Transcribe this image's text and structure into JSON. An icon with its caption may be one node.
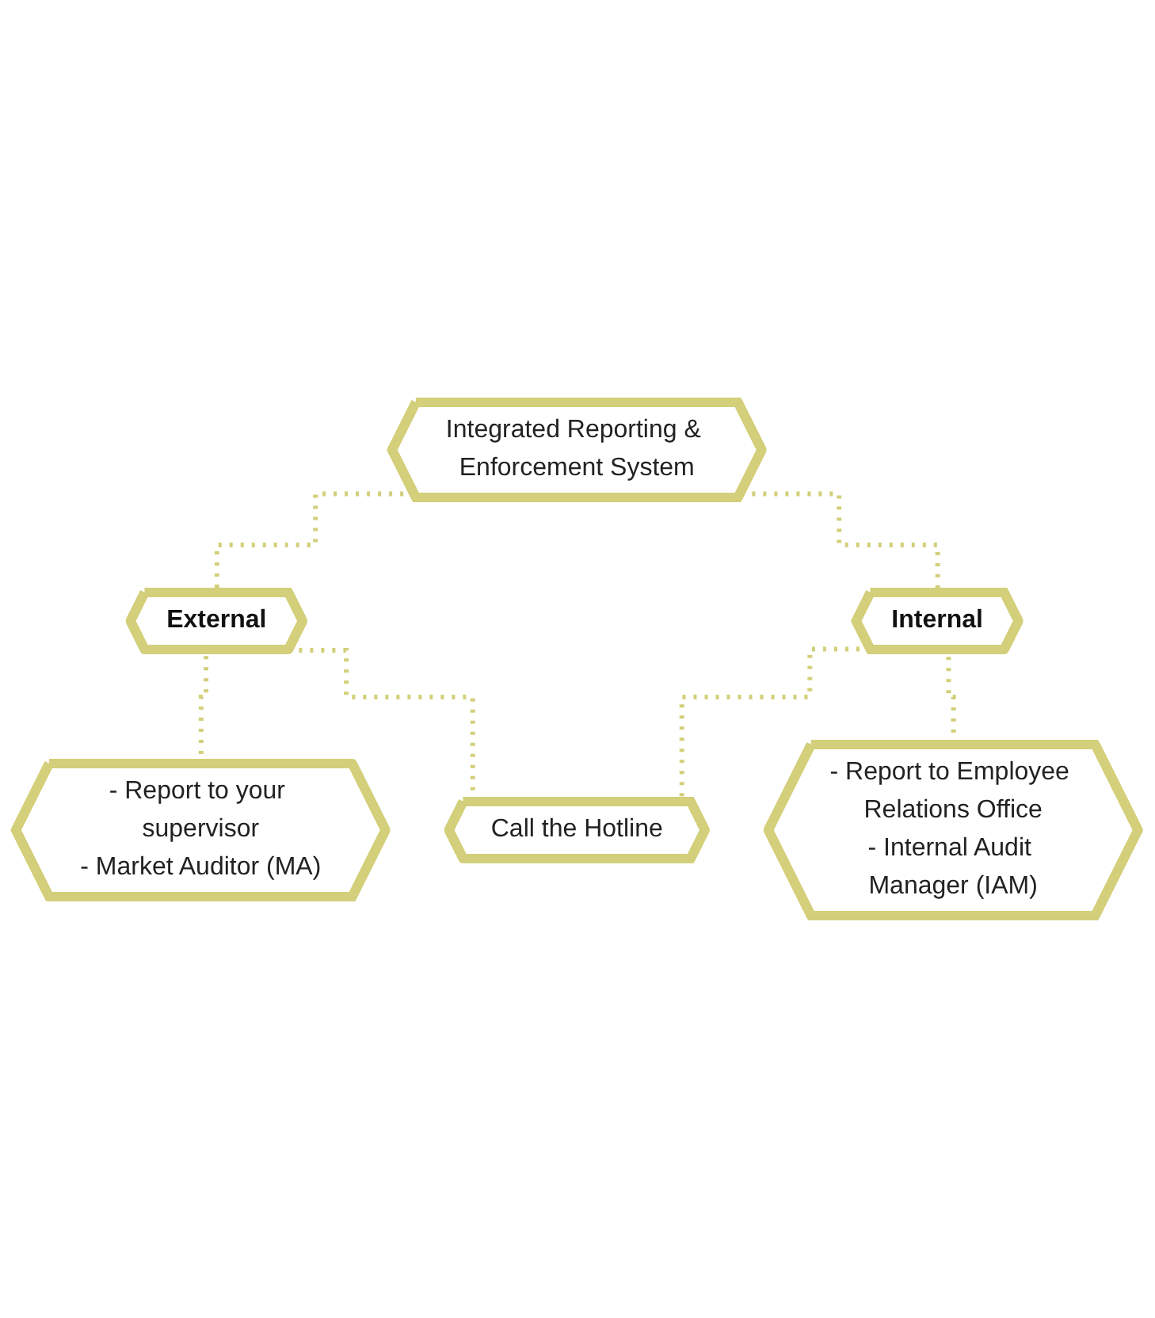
{
  "diagram": {
    "nodes": [
      {
        "text": [
          "Integrated Reporting & Enforcement System"
        ]
      },
      {
        "text": [
          "External"
        ]
      },
      {
        "text": [
          "Internal"
        ]
      },
      {
        "text": [
          "- Report to your supervisor",
          "- Market Auditor (MA)"
        ]
      },
      {
        "text": [
          "Call the Hotline"
        ]
      },
      {
        "text": [
          "- Report to Employee Relations Office",
          "- Internal Audit Manager (IAM)"
        ]
      }
    ],
    "edges": [
      {
        "from": 0,
        "to": 1,
        "arrow": "none",
        "style": "dashed"
      },
      {
        "from": 0,
        "to": 2,
        "arrow": "none",
        "style": "dashed"
      },
      {
        "from": 1,
        "to": 3,
        "arrow": "none",
        "style": "dashed"
      },
      {
        "from": 1,
        "to": 4,
        "arrow": "none",
        "style": "dashed"
      },
      {
        "from": 2,
        "to": 4,
        "arrow": "none",
        "style": "dashed"
      },
      {
        "from": 2,
        "to": 5,
        "arrow": "none",
        "style": "dashed"
      }
    ]
  }
}
